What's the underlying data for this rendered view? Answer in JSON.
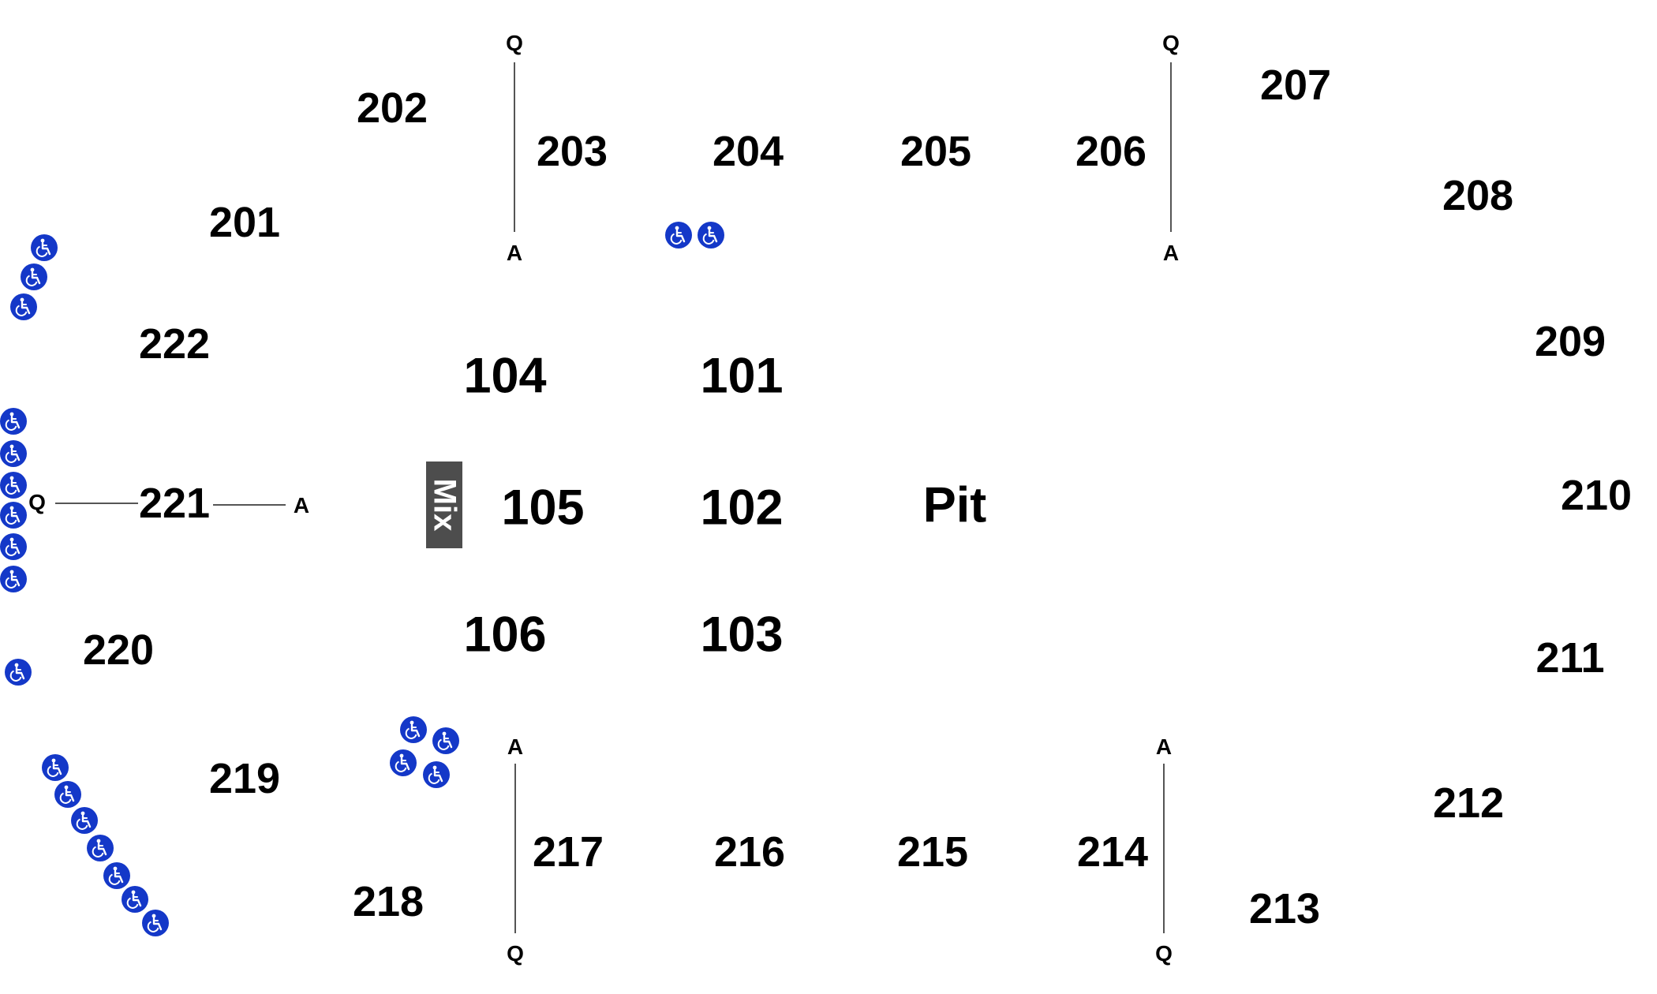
{
  "sections": {
    "s201": "201",
    "s202": "202",
    "s203": "203",
    "s204": "204",
    "s205": "205",
    "s206": "206",
    "s207": "207",
    "s208": "208",
    "s209": "209",
    "s210": "210",
    "s211": "211",
    "s212": "212",
    "s213": "213",
    "s214": "214",
    "s215": "215",
    "s216": "216",
    "s217": "217",
    "s218": "218",
    "s219": "219",
    "s220": "220",
    "s221": "221",
    "s222": "222",
    "s101": "101",
    "s102": "102",
    "s103": "103",
    "s104": "104",
    "s105": "105",
    "s106": "106"
  },
  "pit_label": "Pit",
  "mix_label": "Mix",
  "row_markers": {
    "first": "Q",
    "last": "A"
  },
  "colors": {
    "accessible": "#1438c8",
    "mix": "#4d4d4d",
    "divider": "#555555"
  },
  "icons": {
    "accessible": "wheelchair-icon"
  }
}
